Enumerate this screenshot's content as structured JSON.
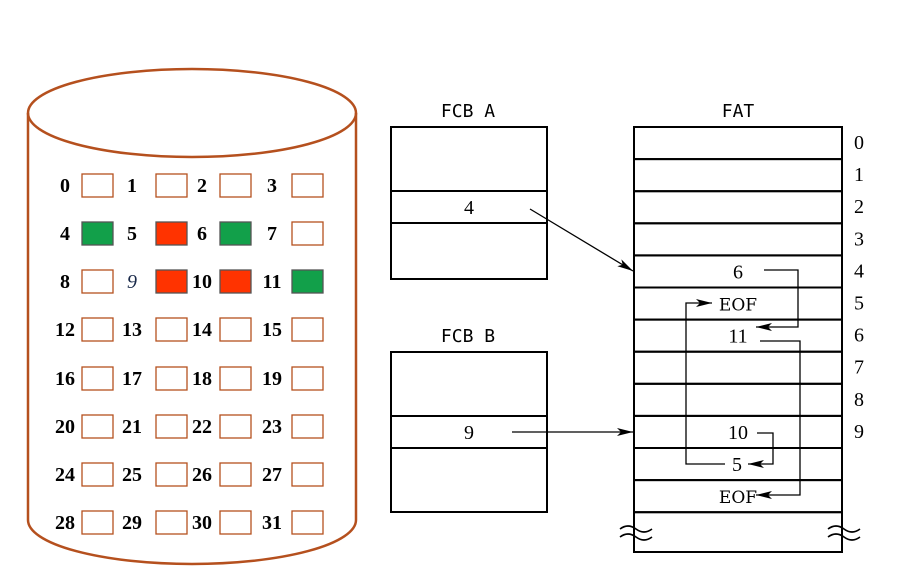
{
  "disk": {
    "blocks": [
      {
        "n": "0",
        "state": "free"
      },
      {
        "n": "1",
        "state": "free"
      },
      {
        "n": "2",
        "state": "free"
      },
      {
        "n": "3",
        "state": "free"
      },
      {
        "n": "4",
        "state": "green"
      },
      {
        "n": "5",
        "state": "red"
      },
      {
        "n": "6",
        "state": "green"
      },
      {
        "n": "7",
        "state": "free"
      },
      {
        "n": "8",
        "state": "free"
      },
      {
        "n": "9",
        "state": "red"
      },
      {
        "n": "10",
        "state": "red"
      },
      {
        "n": "11",
        "state": "green"
      },
      {
        "n": "12",
        "state": "free"
      },
      {
        "n": "13",
        "state": "free"
      },
      {
        "n": "14",
        "state": "free"
      },
      {
        "n": "15",
        "state": "free"
      },
      {
        "n": "16",
        "state": "free"
      },
      {
        "n": "17",
        "state": "free"
      },
      {
        "n": "18",
        "state": "free"
      },
      {
        "n": "19",
        "state": "free"
      },
      {
        "n": "20",
        "state": "free"
      },
      {
        "n": "21",
        "state": "free"
      },
      {
        "n": "22",
        "state": "free"
      },
      {
        "n": "23",
        "state": "free"
      },
      {
        "n": "24",
        "state": "free"
      },
      {
        "n": "25",
        "state": "free"
      },
      {
        "n": "26",
        "state": "free"
      },
      {
        "n": "27",
        "state": "free"
      },
      {
        "n": "28",
        "state": "free"
      },
      {
        "n": "29",
        "state": "free"
      },
      {
        "n": "30",
        "state": "free"
      },
      {
        "n": "31",
        "state": "free"
      }
    ]
  },
  "fcb_a": {
    "title": "FCB A",
    "start": "4"
  },
  "fcb_b": {
    "title": "FCB B",
    "start": "9"
  },
  "fat": {
    "title": "FAT",
    "entries": [
      {
        "index": "0",
        "value": ""
      },
      {
        "index": "1",
        "value": ""
      },
      {
        "index": "2",
        "value": ""
      },
      {
        "index": "3",
        "value": ""
      },
      {
        "index": "4",
        "value": "6"
      },
      {
        "index": "5",
        "value": "EOF"
      },
      {
        "index": "6",
        "value": "11"
      },
      {
        "index": "7",
        "value": ""
      },
      {
        "index": "8",
        "value": ""
      },
      {
        "index": "9",
        "value": "10"
      },
      {
        "index": "",
        "value": "5"
      },
      {
        "index": "",
        "value": "EOF"
      },
      {
        "index": "",
        "value": ""
      }
    ]
  },
  "colors": {
    "cylinder": "#b5501e",
    "free_border": "#b5501e",
    "green": "#12a04a",
    "red": "#ff3300",
    "line": "#000000"
  }
}
